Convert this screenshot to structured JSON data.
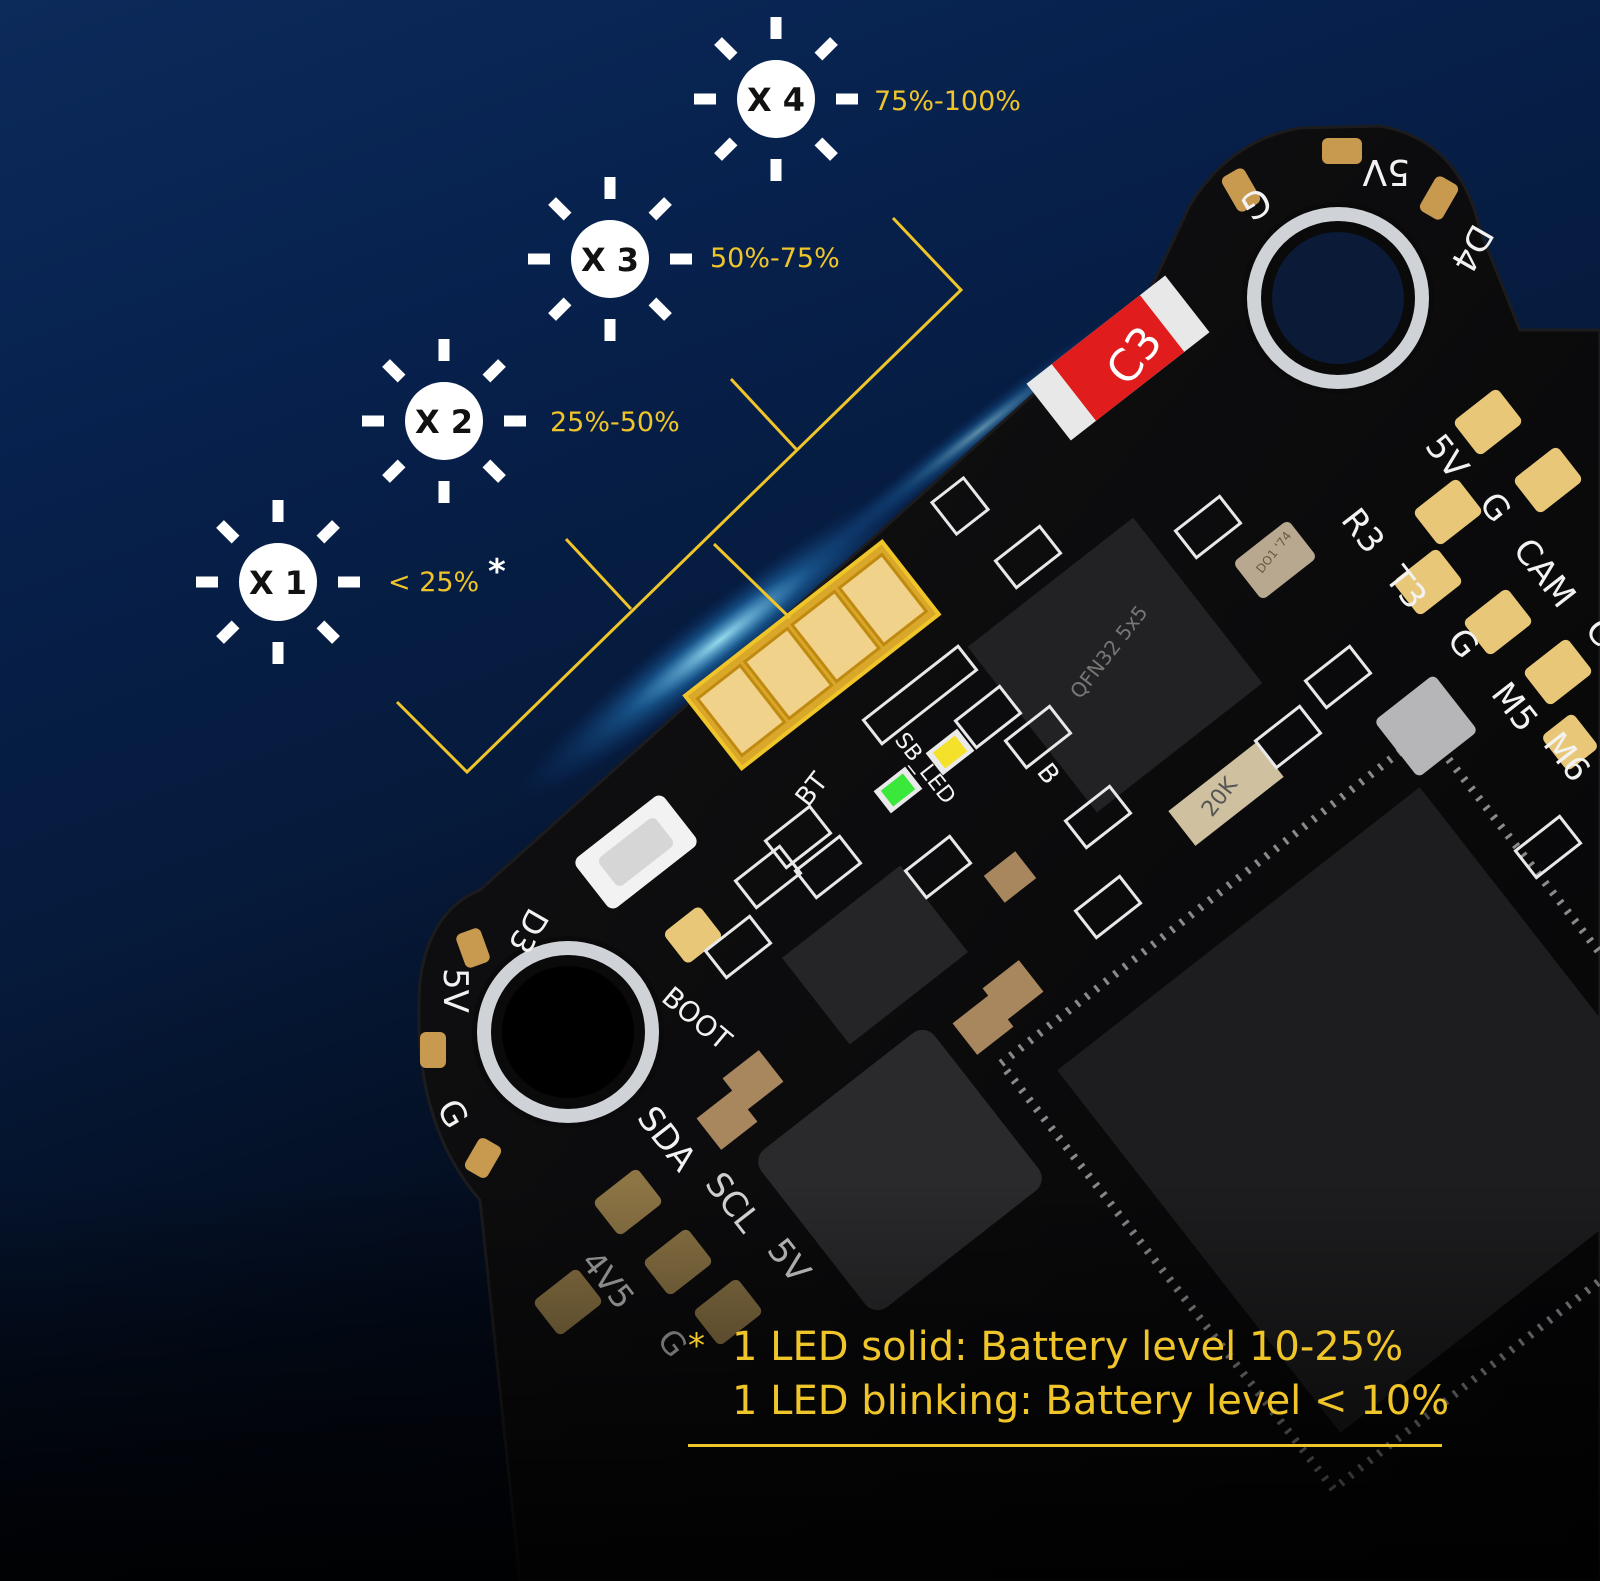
{
  "levels": [
    {
      "mult": "X 1",
      "range": "< 25%"
    },
    {
      "mult": "X 2",
      "range": "25%-50%"
    },
    {
      "mult": "X 3",
      "range": "50%-75%"
    },
    {
      "mult": "X 4",
      "range": "75%-100%"
    }
  ],
  "asterisk": "*",
  "note": {
    "marker": "*",
    "line1": "1 LED solid: Battery level 10-25%",
    "line2": "1 LED blinking: Battery level < 10%"
  },
  "board": {
    "c3": "C3",
    "pad_g_top": "G",
    "pad_5v_top": "5V",
    "d4": "D4",
    "d3": "D3",
    "pad_5v_left": "5V",
    "pad_g_left": "G",
    "boot": "BOOT",
    "bt": "BT",
    "sb_led": "SB_LED",
    "b": "B",
    "r3": "R3",
    "t3": "T3",
    "g_mid": "G",
    "m5": "M5",
    "m6": "M6",
    "cam": "CAM",
    "cam2": "C",
    "g_right": "G",
    "v5_right": "5V",
    "sda": "SDA",
    "scl": "SCL",
    "v5_bottom": "5V",
    "v4v5": "4V5",
    "g_bottom": "G",
    "chip_qfn": "QFN32 5x5",
    "chip_osc": "20K",
    "chip_small": "DO1 '74"
  },
  "colors": {
    "accent": "#f0c52a",
    "board": "#0b0b0c",
    "pad": "#e8c878",
    "led_green": "#39e83a",
    "led_yellow": "#f3e12a",
    "cap_red": "#e02020"
  }
}
